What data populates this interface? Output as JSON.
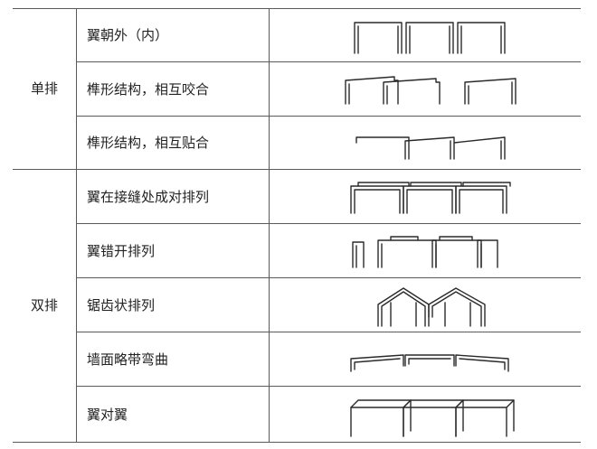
{
  "groups": [
    {
      "label": "单排"
    },
    {
      "label": "双排"
    }
  ],
  "rows": [
    {
      "text": "翼朝外（内）",
      "figure": "single-flange-out-diagram"
    },
    {
      "text": "榫形结构，相互咬合",
      "figure": "single-tenon-interlock-diagram"
    },
    {
      "text": "榫形结构，相互贴合",
      "figure": "single-tenon-fit-diagram"
    },
    {
      "text": "翼在接缝处成对排列",
      "figure": "double-paired-at-joint-diagram"
    },
    {
      "text": "翼错开排列",
      "figure": "double-staggered-diagram"
    },
    {
      "text": "锯齿状排列",
      "figure": "double-zigzag-diagram"
    },
    {
      "text": "墙面略带弯曲",
      "figure": "double-curved-wall-diagram"
    },
    {
      "text": "翼对翼",
      "figure": "double-flange-to-flange-diagram"
    }
  ]
}
